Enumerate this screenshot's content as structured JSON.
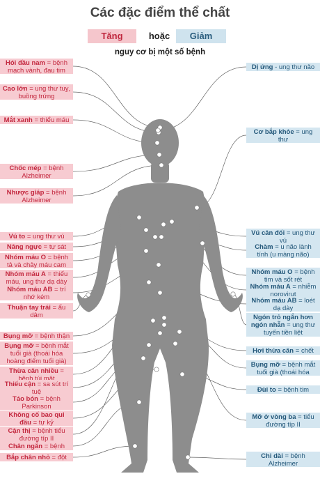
{
  "title": "Các đặc điểm thể chất",
  "legend": {
    "increase": "Tăng",
    "or": "hoặc",
    "decrease": "Giảm"
  },
  "subtitle": "nguy cơ bị một số bệnh",
  "colors": {
    "increase_bg": "#f7cbd1",
    "increase_text": "#c3283f",
    "decrease_bg": "#d4e6f0",
    "decrease_text": "#24587a",
    "body": "#8a8a8a"
  },
  "left_labels": [
    {
      "name": "bald",
      "trait": "Hói đầu nam",
      "text": " = bệnh mạch vành, đau tim"
    },
    {
      "name": "tall",
      "trait": "Cao lớn",
      "text": " = ung thư tuỵ, buồng trứng"
    },
    {
      "name": "blue-eyes",
      "trait": "Mắt xanh",
      "text": " = thiểu máu"
    },
    {
      "name": "mouth-corner",
      "trait": "Chốc mép",
      "text": " = bệnh Alzheimer"
    },
    {
      "name": "hypothyroid",
      "trait": "Nhược giáp",
      "text": " = bệnh Alzheimer"
    },
    {
      "name": "big-breast",
      "trait": "Vú to",
      "text": " = ung thư vú"
    },
    {
      "name": "breast-lift",
      "trait": "Nâng ngực",
      "text": " = tự sát"
    },
    {
      "name": "blood-o",
      "trait": "Nhóm máu O",
      "text": " = bệnh tả và chảy máu cam"
    },
    {
      "name": "blood-a",
      "trait": "Nhóm máu A",
      "text": " = thiếu máu, ung thư dạ dày"
    },
    {
      "name": "blood-ab",
      "trait": "Nhóm máu AB",
      "text": " = trí nhớ kém"
    },
    {
      "name": "left-handed",
      "trait": "Thuận tay trái",
      "text": " = ẩu dâm"
    },
    {
      "name": "belly-fat-kidney",
      "trait": "Bụng mỡ",
      "text": " = bệnh thận"
    },
    {
      "name": "belly-fat-eye",
      "trait": "Bụng mỡ",
      "text": " = bệnh mắt tuổi già (thoái hóa hoàng điểm tuổi già)"
    },
    {
      "name": "overweight",
      "trait": "Thừa cân nhiều",
      "text": " = bệnh túi mật"
    },
    {
      "name": "myopia",
      "trait": "Thiếu cận",
      "text": " = sa sút trí tuệ"
    },
    {
      "name": "constipation",
      "trait": "Táo bón",
      "text": " = bệnh Parkinson"
    },
    {
      "name": "uncircumcised",
      "trait": "Không cố bao qui đầu",
      "text": " = tự kỷ"
    },
    {
      "name": "short-sight",
      "trait": "Cận thị",
      "text": " = bệnh tiểu đường típ II"
    },
    {
      "name": "short-legs",
      "trait": "Chân ngắn",
      "text": " = bệnh gan"
    },
    {
      "name": "small-calf",
      "trait": "Bắp chân nhỏ",
      "text": " = đột quị"
    }
  ],
  "right_labels": [
    {
      "name": "allergy",
      "trait": "Dị ứng",
      "text": " - ung thư não"
    },
    {
      "name": "strong-muscle",
      "trait": "Cơ bắp khỏe",
      "text": " = ung thư"
    },
    {
      "name": "balanced-breast",
      "trait": "Vú cân đối",
      "text": " = ung thư vú"
    },
    {
      "name": "freckle",
      "trait": "Chàm",
      "text": " = u não lành tính (u màng não)"
    },
    {
      "name": "blood-o-r",
      "trait": "Nhóm máu O",
      "text": " = bệnh tim và sốt rét"
    },
    {
      "name": "blood-a-r",
      "trait": "Nhóm máu A",
      "text": " = nhiễm norovirut"
    },
    {
      "name": "blood-ab-r",
      "trait": "Nhóm máu AB",
      "text": " = loét dạ dày"
    },
    {
      "name": "short-finger",
      "trait": "Ngón trỏ ngắn hơn ngón nhẫn",
      "text": " = ung thư tuyến tiền liệt"
    },
    {
      "name": "slightly-overweight",
      "trait": "Hơi thừa cân",
      "text": " = chết sớm"
    },
    {
      "name": "belly-fat-r",
      "trait": "Bụng mỡ",
      "text": " = bệnh mắt tuổi già (thoái hóa hoàng điểm)"
    },
    {
      "name": "big-thigh",
      "trait": "Đùi to",
      "text": " = bệnh tim mạch"
    },
    {
      "name": "hip-fat",
      "trait": "Mỡ ở vòng ba",
      "text": " = tiểu đường típ II"
    },
    {
      "name": "long-legs",
      "trait": "Chi dài",
      "text": " = bệnh Alzheimer"
    }
  ]
}
